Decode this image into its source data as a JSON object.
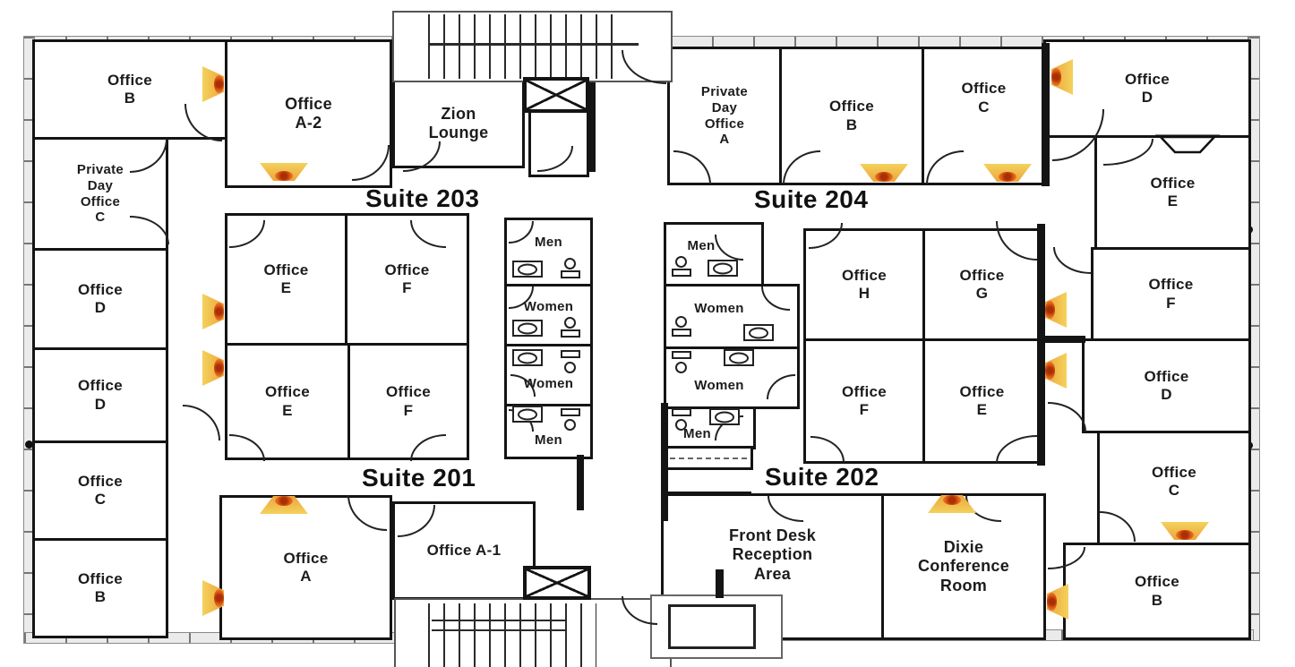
{
  "suites": {
    "s203": "Suite 203",
    "s201": "Suite 201",
    "s204": "Suite 204",
    "s202": "Suite 202"
  },
  "rooms": {
    "b_tl": "Office\nB",
    "pdo_c": "Private\nDay\nOffice\nC",
    "a2": "Office\nA-2",
    "zion": "Zion\nLounge",
    "d_l1": "Office\nD",
    "d_l2": "Office\nD",
    "c_l": "Office\nC",
    "b_bl": "Office\nB",
    "e_q1": "Office\nE",
    "f_q1": "Office\nF",
    "e_q2": "Office\nE",
    "f_q2": "Office\nF",
    "a": "Office\nA",
    "a1": "Office A-1",
    "pdo_a": "Private\nDay\nOffice\nA",
    "b_tr": "Office\nB",
    "c_tr": "Office\nC",
    "d_tr": "Office\nD",
    "e_r": "Office\nE",
    "f_r": "Office\nF",
    "h_q": "Office\nH",
    "g_q": "Office\nG",
    "f_q3": "Office\nF",
    "e_q3": "Office\nE",
    "d_br": "Office\nD",
    "c_br": "Office\nC",
    "b_br": "Office\nB",
    "front_desk": "Front Desk\nReception\nArea",
    "dixie": "Dixie\nConference\nRoom"
  },
  "bathrooms": {
    "l1": "Men",
    "l2": "Women",
    "l3": "Women",
    "l4": "Men",
    "r1": "Men",
    "r2": "Women",
    "r3": "Women",
    "r4": "Men"
  },
  "icons": {
    "wall_light": "sconce-fan",
    "elevator": "crossed-box",
    "stairs": "tread-lines",
    "sink": "basin-oval",
    "toilet": "bowl-and-tank"
  },
  "colors": {
    "wall": "#141414",
    "window_wall": "#ebebeb",
    "sconce_fan": "#f4d25c",
    "sconce_flame": "#dd5a16",
    "background": "#ffffff"
  }
}
